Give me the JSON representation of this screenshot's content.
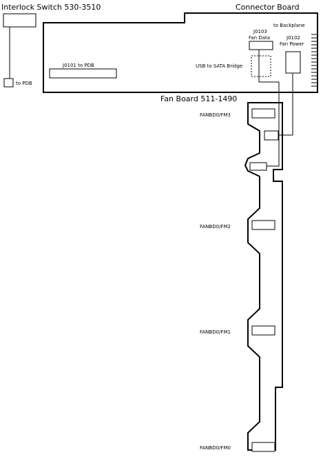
{
  "labels": {
    "interlock_switch": "Interlock Switch 530-3510",
    "connector_board": "Connector Board",
    "to_pdb": "to PDB",
    "to_backplane": "to Backplane",
    "j0103_line1": "J0103",
    "j0103_line2": "Fan Data",
    "j0102_line1": "J0102",
    "j0102_line2": "Fan Power",
    "usb_to_sata": "USB to SATA Bridge",
    "j0101": "J0101 to PDB",
    "fan_board": "Fan Board 511-1490",
    "fm3": "FANBD0/FM3",
    "fm2": "FANBD0/FM2",
    "fm1": "FANBD0/FM1",
    "fm0": "FANBD0/FM0"
  }
}
